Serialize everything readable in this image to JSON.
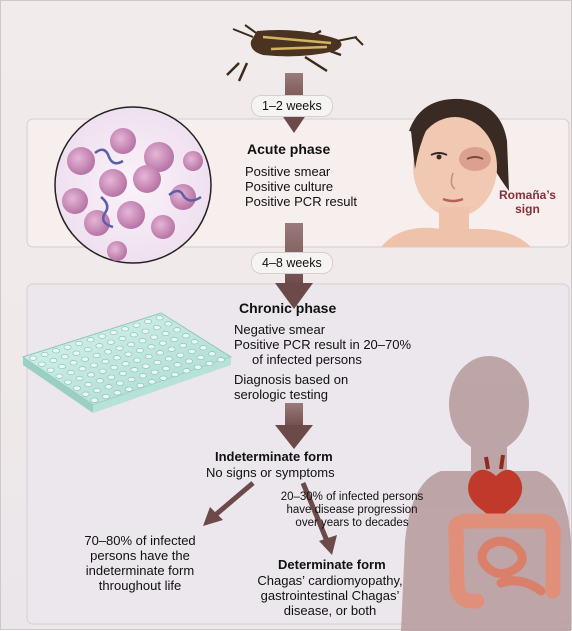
{
  "time_labels": {
    "first": "1–2 weeks",
    "second": "4–8 weeks"
  },
  "acute": {
    "title": "Acute phase",
    "findings": [
      "Positive smear",
      "Positive culture",
      "Positive PCR result"
    ],
    "sign_label": [
      "Romaña’s",
      "sign"
    ]
  },
  "chronic": {
    "title": "Chronic phase",
    "findings": [
      "Negative smear",
      "Positive PCR result in 20–70%",
      "of infected persons"
    ],
    "serology": [
      "Diagnosis based on",
      "serologic testing"
    ]
  },
  "indeterminate": {
    "title": "Indeterminate form",
    "subtitle": "No signs or symptoms"
  },
  "left_branch": [
    "70–80% of infected",
    "persons have the",
    "indeterminate form",
    "throughout life"
  ],
  "right_branch": [
    "20–30% of infected persons",
    "have disease progression",
    "over years to decades"
  ],
  "determinate": {
    "title": "Determinate form",
    "details": [
      "Chagas’ cardiomyopathy,",
      "gastrointestinal Chagas’",
      "disease, or both"
    ]
  },
  "colors": {
    "arrow": "#7d5a5a",
    "parasite_cell": "#c889b8",
    "parasite": "#5b5fa8",
    "plate": "#c4e8e1",
    "silhouette": "#b69a9c",
    "heart": "#c0392b",
    "intestine": "#e0907a",
    "sign_text": "#8a2f3a"
  },
  "icons": [
    "kissing-bug-illustration",
    "blood-smear-illustration",
    "patient-face-illustration",
    "microplate-illustration",
    "human-silhouette-illustration",
    "heart-illustration",
    "intestine-illustration"
  ]
}
